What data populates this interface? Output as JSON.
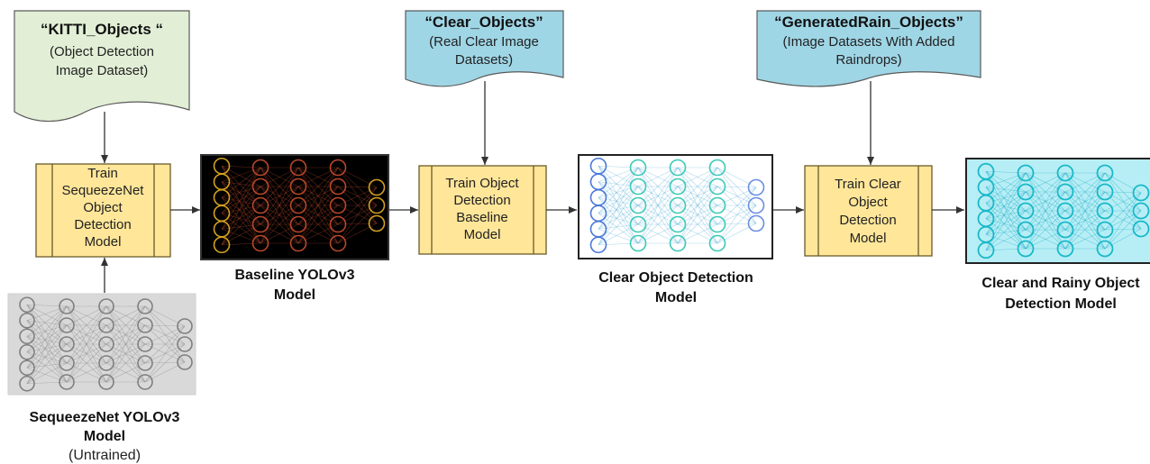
{
  "colors": {
    "doc_green": "#e2efd6",
    "doc_blue": "#9fd6e6",
    "process_yellow": "#ffe699",
    "process_border": "#6b5a2a",
    "nn_gray": "#7f7f7f",
    "nn_baseline_bg": "#000000",
    "nn_baseline_node": "#b8472a",
    "nn_baseline_out": "#d4a020",
    "nn_clear_node_in": "#4a78d8",
    "nn_clear_node": "#3cc9b8",
    "nn_rainy_bg": "#b7eef6",
    "nn_rainy_node": "#18b8c8"
  },
  "documents": {
    "kitti": {
      "title": "“KITTI_Objects “",
      "line1": "(Object Detection",
      "line2": "Image Dataset)"
    },
    "clear": {
      "title": "“Clear_Objects”",
      "line1": "(Real Clear Image",
      "line2": "Datasets)"
    },
    "rain": {
      "title": "“GeneratedRain_Objects”",
      "line1": "(Image Datasets With Added",
      "line2": "Raindrops)"
    }
  },
  "processes": {
    "p1": [
      "Train",
      "SequeezeNet",
      "Object",
      "Detection",
      "Model"
    ],
    "p2": [
      "Train Object",
      "Detection",
      "Baseline",
      "Model"
    ],
    "p3": [
      "Train Clear",
      "Object",
      "Detection",
      "Model"
    ]
  },
  "models": {
    "squeezenet": {
      "line1": "SequeezeNet YOLOv3",
      "line2": "Model",
      "line3": "(Untrained)"
    },
    "baseline": {
      "line1": "Baseline YOLOv3",
      "line2": "Model"
    },
    "clear": {
      "line1": "Clear Object Detection",
      "line2": "Model"
    },
    "rainy": {
      "line1": "Clear and Rainy Object",
      "line2": "Detection Model"
    }
  }
}
